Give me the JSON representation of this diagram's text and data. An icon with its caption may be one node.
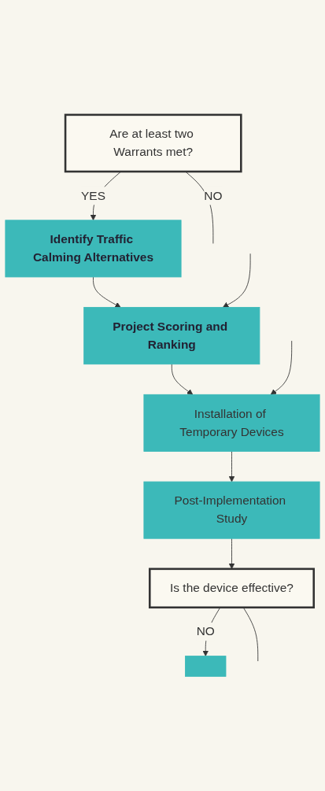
{
  "diagram": {
    "nodes": [
      {
        "text": [
          "Are at least two Warrants met?"
        ]
      },
      {
        "text": [
          "Identify Traffic Calming Alternatives"
        ]
      },
      {
        "text": [
          "Project Scoring and Ranking"
        ]
      },
      {
        "text": [
          "Installation of Temporary Devices"
        ]
      },
      {
        "text": [
          "Post-Implementation Study"
        ]
      },
      {
        "text": [
          "Is the device effective?"
        ]
      },
      {
        "text": [],
        "shape": "box"
      }
    ],
    "edges": [
      {
        "from": 0,
        "to": null,
        "arrow": "none",
        "label": "NO"
      },
      {
        "from": 0,
        "to": 1,
        "arrow": "to",
        "label": "YES"
      },
      {
        "from": 1,
        "to": 2,
        "arrow": "to"
      },
      {
        "from": null,
        "to": 2,
        "arrow": "to"
      },
      {
        "from": 2,
        "to": 3,
        "arrow": "to"
      },
      {
        "from": null,
        "to": 3,
        "arrow": "to"
      },
      {
        "from": 3,
        "to": 4,
        "arrow": "to"
      },
      {
        "from": 4,
        "to": 5,
        "arrow": "to"
      },
      {
        "from": 5,
        "to": 6,
        "arrow": "to",
        "label": "NO"
      },
      {
        "from": 5,
        "to": null,
        "arrow": "none"
      }
    ]
  }
}
